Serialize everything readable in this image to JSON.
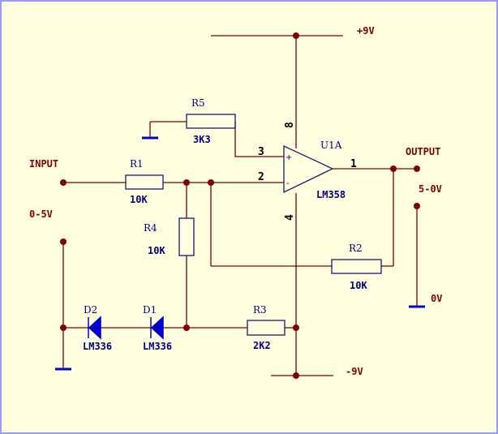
{
  "colors": {
    "background": "#ffffe0",
    "border": "#9999ff",
    "wire": "#7a0000",
    "component": "#1a1a66",
    "node": "#800000",
    "ground": "#0000cc",
    "net_label": "#800000"
  },
  "net_labels": {
    "vpos": "+9V",
    "vneg": "-9V",
    "input": "INPUT",
    "input_range": "0-5V",
    "output": "OUTPUT",
    "output_range": "5-0V",
    "zero": "0V"
  },
  "opamp": {
    "ref": "U1A",
    "value": "LM358",
    "pin_noninv": "3",
    "pin_inv": "2",
    "pin_out": "1",
    "pin_vpos": "8",
    "pin_vneg": "4",
    "sign_plus": "+",
    "sign_minus": "-"
  },
  "components": {
    "r1": {
      "ref": "R1",
      "value": "10K"
    },
    "r2": {
      "ref": "R2",
      "value": "10K"
    },
    "r3": {
      "ref": "R3",
      "value": "2K2"
    },
    "r4": {
      "ref": "R4",
      "value": "10K"
    },
    "r5": {
      "ref": "R5",
      "value": "3K3"
    },
    "d1": {
      "ref": "D1",
      "value": "LM336"
    },
    "d2": {
      "ref": "D2",
      "value": "LM336"
    }
  },
  "icons": {
    "ground": "ground-bar-icon",
    "diode": "diode-icon",
    "resistor": "resistor-icon",
    "opamp": "opamp-triangle-icon"
  }
}
